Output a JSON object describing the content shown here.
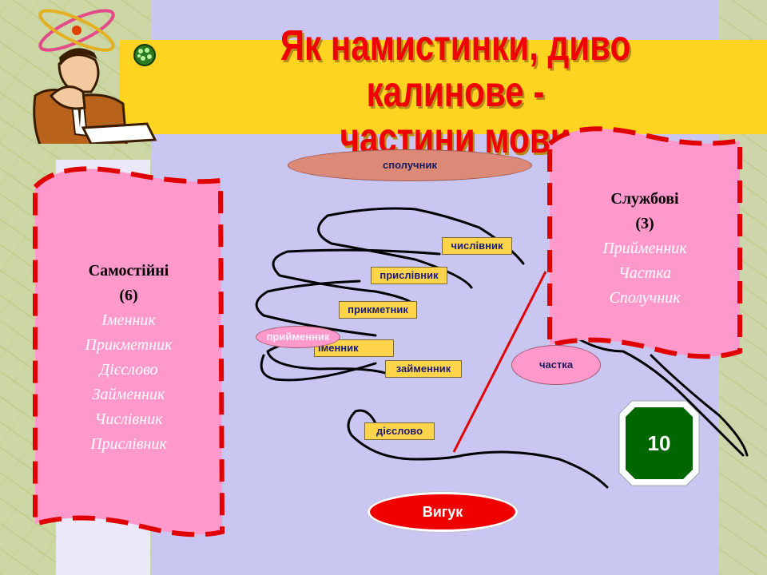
{
  "title": {
    "line1": "Як намистинки, диво калинове -",
    "line2": "частини мови"
  },
  "left_scroll": {
    "heading": "Самостійні",
    "count": "(6)",
    "items": [
      "Іменник",
      "Прикметник",
      "Дієслово",
      "Займенник",
      "Числівник",
      "Прислівник"
    ]
  },
  "right_scroll": {
    "heading": "Службові",
    "count": "(3)",
    "items": [
      "Прийменник",
      "Частка",
      "Сполучник"
    ]
  },
  "words": {
    "spoluchnyk": "сполучник",
    "chyslivnyk": "числівник",
    "pryslivnyk": "прислівник",
    "prykmetnyk": "прикметник",
    "pryimennyk": "прийменник",
    "imennyk": "іменник",
    "zaimennyk": "займенник",
    "chastka": "частка",
    "dieslovo": "дієслово",
    "vyhuk": "Вигук"
  },
  "score": "10",
  "colors": {
    "title_red": "#f00000",
    "title_band": "#fed420",
    "scroll_pink": "#ff99cc",
    "scroll_border": "#e00000",
    "word_box": "#fed54a",
    "oval_salmon": "#dc8a78",
    "oval_pink": "#ff99cc",
    "vyhuk_red": "#f00000",
    "score_green": "#006600"
  },
  "icons": [
    "atom-icon",
    "bullet-sphere-icon",
    "thinking-man-clipart"
  ]
}
